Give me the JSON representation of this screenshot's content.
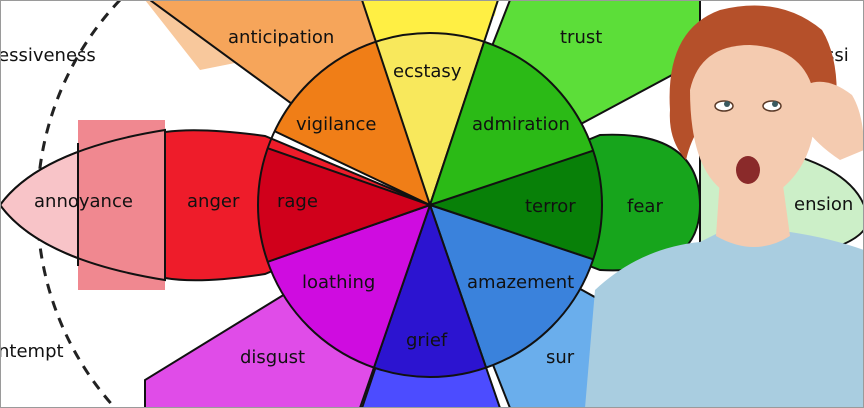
{
  "wheel": {
    "outer_labels": {
      "top_left": "essiveness",
      "top_right": "issi",
      "bottom_left": "ntempt"
    },
    "petals": [
      {
        "key": "anticipation",
        "outer": "anticipation",
        "inner": "vigilance",
        "colors": {
          "outer": "#f6a55a",
          "inner": "#f07e17"
        }
      },
      {
        "key": "joy",
        "outer": "",
        "inner": "ecstasy",
        "colors": {
          "outer": "#ffef44",
          "inner": "#f8e85c"
        }
      },
      {
        "key": "trust",
        "outer": "trust",
        "inner": "admiration",
        "colors": {
          "outer": "#5cde39",
          "inner": "#2bba16"
        }
      },
      {
        "key": "fear",
        "outer": "fear",
        "inner": "terror",
        "colors": {
          "outer": "#17a51c",
          "inner": "#088008"
        }
      },
      {
        "key": "surprise",
        "outer": "sur",
        "inner": "amazement",
        "colors": {
          "outer": "#6aaeec",
          "inner": "#3a82dc"
        }
      },
      {
        "key": "sadness",
        "outer": "",
        "inner": "grief",
        "colors": {
          "outer": "#4c4cff",
          "inner": "#2c14d0"
        }
      },
      {
        "key": "disgust",
        "outer": "disgust",
        "inner": "loathing",
        "colors": {
          "outer": "#e04ce8",
          "inner": "#cf0ce0"
        }
      },
      {
        "key": "anger",
        "outer": "anger",
        "inner": "rage",
        "colors": {
          "outer": "#ee1c2a",
          "inner": "#d0001b"
        }
      }
    ],
    "mild_labels": {
      "annoyance": "annoyance",
      "apprehension": "ension"
    },
    "mild_colors": {
      "annoyance_tip": "#f8c4c8",
      "annoyance_mid": "#f08890",
      "apprehension": "#ccefc8",
      "distraction": "#9fdcff",
      "boredom": "#ffb8fa",
      "serenity": "#ffff88",
      "acceptance": "#8cff8c",
      "interest": "#f8c89c"
    },
    "photo": {
      "skin": "#f4cbb0",
      "hair": "#b5502a",
      "shirt": "#a9cde0"
    }
  }
}
